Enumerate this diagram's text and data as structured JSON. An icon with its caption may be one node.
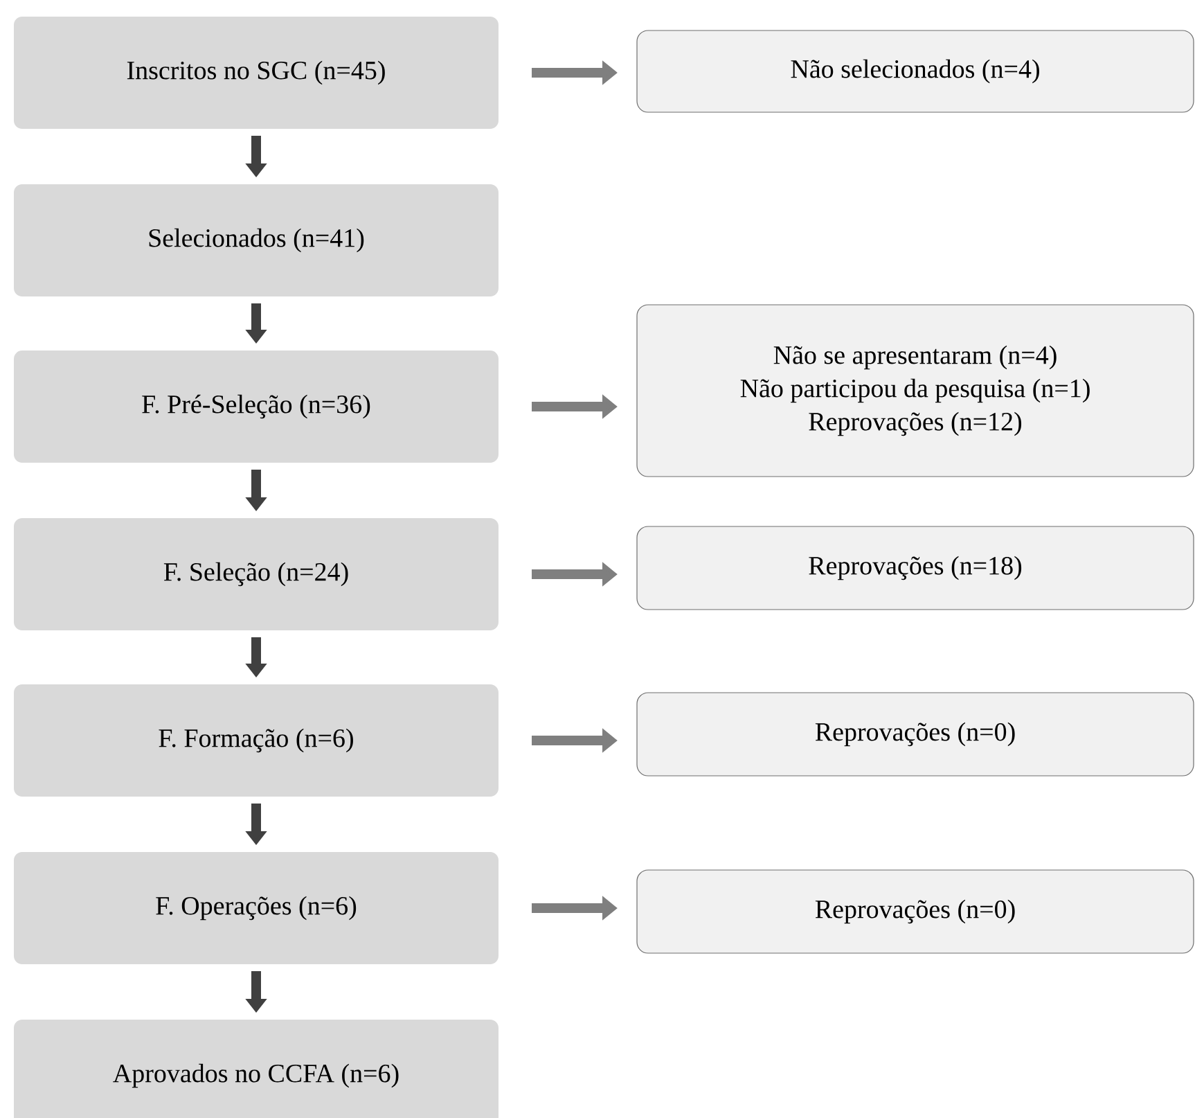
{
  "diagram": {
    "nodes": [
      {
        "text": [
          "Inscritos no SGC (n=45)"
        ]
      },
      {
        "text": [
          "Não selecionados (n=4)"
        ]
      },
      {
        "text": [
          "Selecionados (n=41)"
        ]
      },
      {
        "text": [
          "F. Pré-Seleção (n=36)"
        ]
      },
      {
        "text": [
          "Não se apresentaram (n=4)",
          "Não participou da pesquisa (n=1)",
          "Reprovações (n=12)"
        ]
      },
      {
        "text": [
          "F. Seleção (n=24)"
        ]
      },
      {
        "text": [
          "Reprovações (n=18)"
        ]
      },
      {
        "text": [
          "F. Formação (n=6)"
        ]
      },
      {
        "text": [
          "Reprovações (n=0)"
        ]
      },
      {
        "text": [
          "F. Operações (n=6)"
        ]
      },
      {
        "text": [
          "Reprovações (n=0)"
        ]
      },
      {
        "text": [
          "Aprovados no CCFA (n=6)"
        ]
      }
    ],
    "edges": [
      {
        "from": 0,
        "to": 1,
        "arrow": "to",
        "color": "#7f7f7f"
      },
      {
        "from": 0,
        "to": 2,
        "arrow": "to"
      },
      {
        "from": 2,
        "to": 3,
        "arrow": "to"
      },
      {
        "from": 3,
        "to": 4,
        "arrow": "to",
        "color": "#7f7f7f"
      },
      {
        "from": 3,
        "to": 5,
        "arrow": "to"
      },
      {
        "from": 5,
        "to": 6,
        "arrow": "to",
        "color": "#7f7f7f"
      },
      {
        "from": 5,
        "to": 7,
        "arrow": "to"
      },
      {
        "from": 7,
        "to": 8,
        "arrow": "to",
        "color": "#7f7f7f"
      },
      {
        "from": 7,
        "to": 9,
        "arrow": "to"
      },
      {
        "from": 9,
        "to": 10,
        "arrow": "to",
        "color": "#7f7f7f"
      },
      {
        "from": 9,
        "to": 11,
        "arrow": "to"
      }
    ]
  }
}
